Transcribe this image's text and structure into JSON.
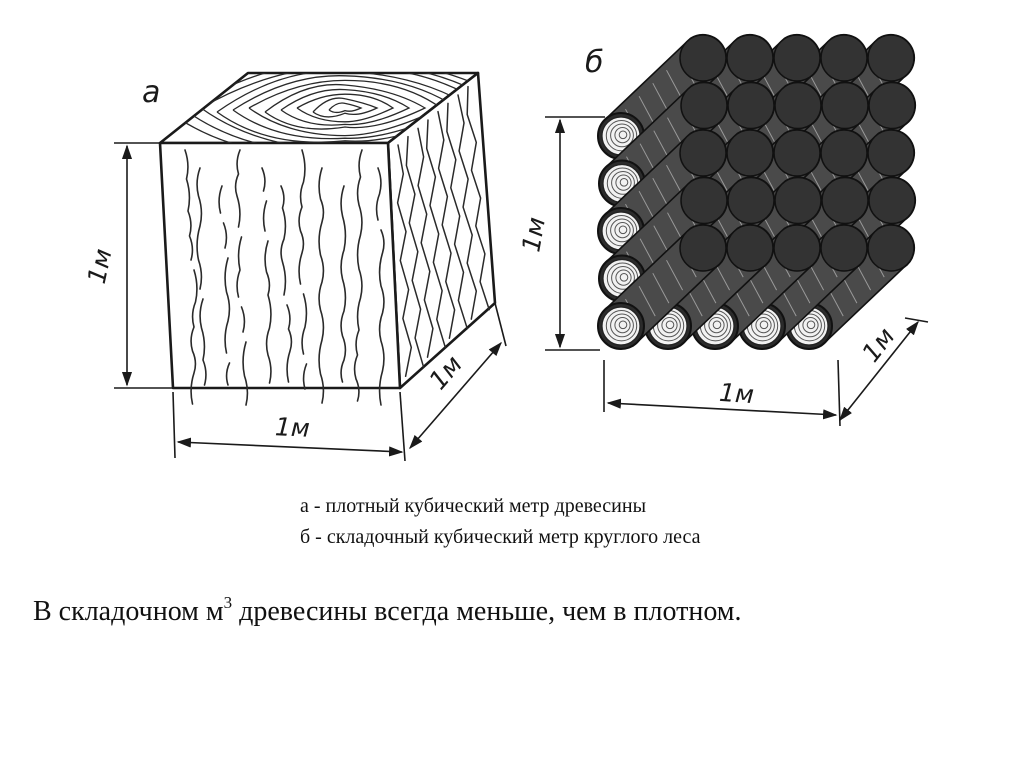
{
  "figure": {
    "panel_a": {
      "letter": "а",
      "height_label": "1м",
      "width_label": "1м",
      "depth_label": "1м"
    },
    "panel_b": {
      "letter": "б",
      "height_label": "1м",
      "width_label": "1м",
      "depth_label": "1м",
      "rows": 5,
      "columns": 5
    }
  },
  "legend": [
    "а - плотный кубический метр древесины",
    "б - складочный кубический метр круглого леса"
  ],
  "caption": {
    "before": "В складочном м",
    "superscript": "3",
    "after": " древесины всегда меньше, чем в плотном."
  }
}
